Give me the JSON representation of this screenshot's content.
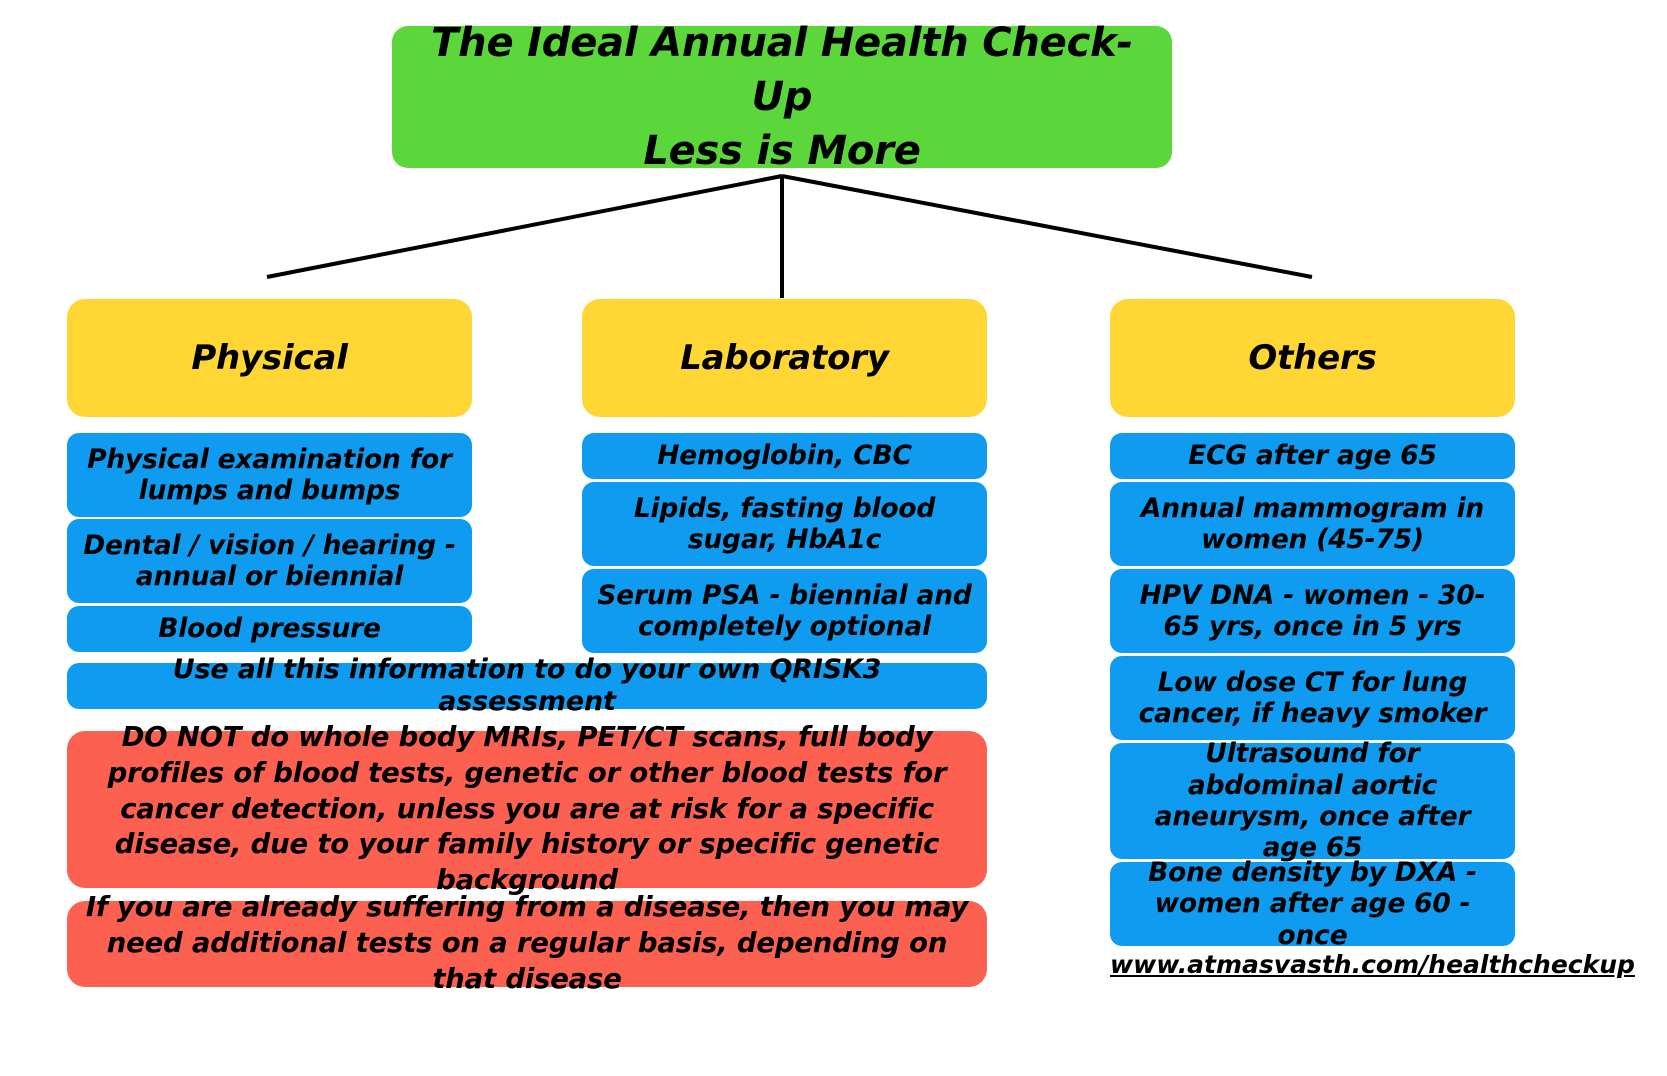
{
  "title": {
    "line1": "The Ideal Annual Health Check-Up",
    "line2": "Less is More"
  },
  "colors": {
    "title_bg": "#5bd63b",
    "category_bg": "#ffd633",
    "item_bg": "#0e9bf0",
    "warning_bg": "#fb6050",
    "text": "#000000",
    "connector": "#000000",
    "page_bg": "#ffffff"
  },
  "columns": [
    {
      "heading": "Physical",
      "items": [
        "Physical examination for lumps and bumps",
        "Dental / vision / hearing - annual or biennial",
        "Blood pressure"
      ]
    },
    {
      "heading": "Laboratory",
      "items": [
        "Hemoglobin, CBC",
        "Lipids, fasting blood sugar, HbA1c",
        "Serum PSA - biennial and completely optional"
      ]
    },
    {
      "heading": "Others",
      "items": [
        "ECG after age 65",
        "Annual mammogram  in women (45-75)",
        "HPV DNA - women - 30-65 yrs, once in 5 yrs",
        "Low dose CT for lung cancer, if heavy smoker",
        "Ultrasound for abdominal aortic aneurysm, once after age 65",
        "Bone density by DXA - women after age 60 - once"
      ]
    }
  ],
  "spanning_item": "Use all this information to do your own QRISK3 assessment",
  "warnings": [
    "DO NOT do whole body MRIs, PET/CT scans, full body profiles of blood tests, genetic or other blood tests for cancer detection, unless you are at risk for a specific disease, due to your family history or specific genetic background",
    "If you are already suffering from a disease, then you may need additional tests on a regular basis, depending on that disease"
  ],
  "footer_url": "www.atmasvasth.com/healthcheckup"
}
